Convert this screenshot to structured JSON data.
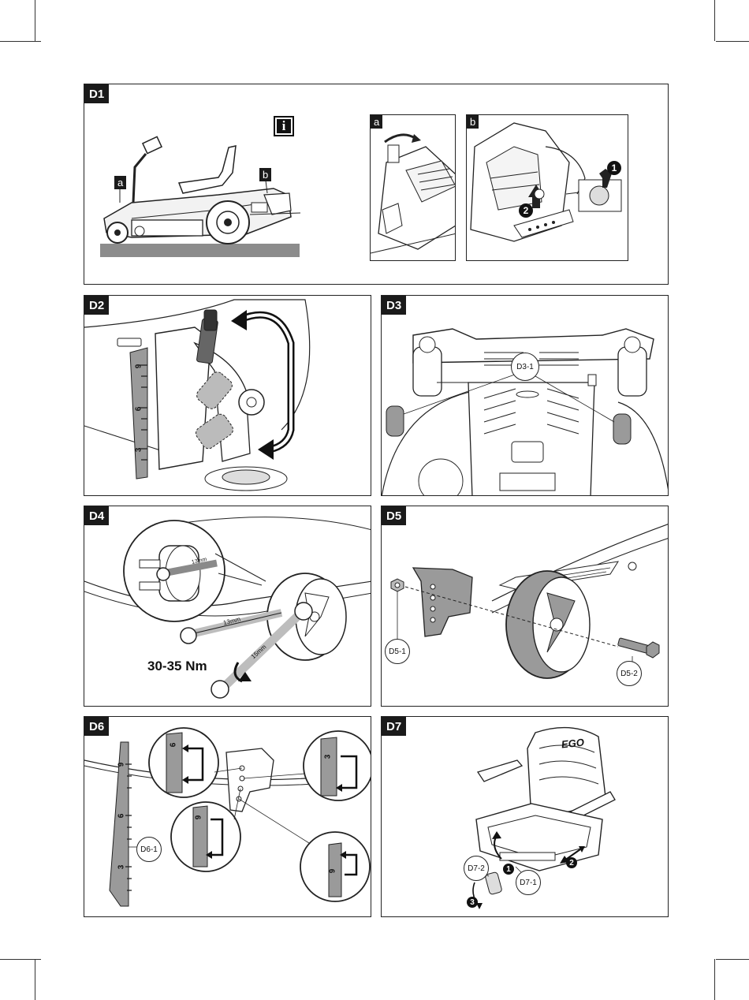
{
  "panels": {
    "d1": {
      "label": "D1",
      "sub_a": "a",
      "sub_b": "b",
      "info": "i",
      "inset_a": "a",
      "inset_b": "b",
      "step1": "1",
      "step2": "2"
    },
    "d2": {
      "label": "D2",
      "scale": [
        "9",
        "6",
        "3"
      ]
    },
    "d3": {
      "label": "D3",
      "callout": "D3-1"
    },
    "d4": {
      "label": "D4",
      "torque": "30-35 Nm",
      "wrench1": "13mm",
      "wrench2": "15mm",
      "wrench_detail": "13mm"
    },
    "d5": {
      "label": "D5",
      "callout1": "D5-1",
      "callout2": "D5-2"
    },
    "d6": {
      "label": "D6",
      "callout": "D6-1",
      "scale": [
        "9",
        "6",
        "3"
      ],
      "zoom1": "6",
      "zoom2": "9",
      "zoom3": "3",
      "zoom4": "9"
    },
    "d7": {
      "label": "D7",
      "callout1": "D7-2",
      "callout2": "D7-1",
      "step1": "1",
      "step2": "2",
      "step3": "3",
      "seat_brand": "EGO"
    }
  },
  "colors": {
    "line": "#222222",
    "fill_gray": "#9a9a9a",
    "ground": "#8c8c8c"
  }
}
